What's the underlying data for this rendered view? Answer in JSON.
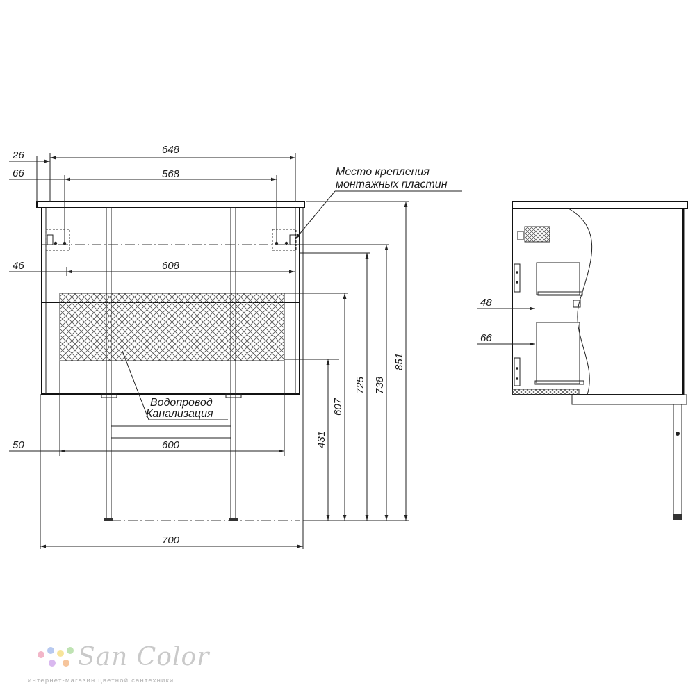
{
  "dimensions": {
    "d26": "26",
    "d648": "648",
    "d66_top": "66",
    "d568": "568",
    "d46": "46",
    "d608": "608",
    "d50": "50",
    "d600": "600",
    "d700": "700",
    "d431": "431",
    "d607": "607",
    "d725": "725",
    "d738": "738",
    "d851": "851",
    "d48_side": "48",
    "d66_side": "66"
  },
  "notes": {
    "mount_line1": "Место крепления",
    "mount_line2": "монтажных пластин",
    "pipes_line1": "Водопровод",
    "pipes_line2": "Канализация"
  },
  "watermark": {
    "name": "San Color",
    "tagline": "интернет-магазин цветной сантехники",
    "dot_colors": [
      "#f2b6c8",
      "#b7c9f0",
      "#f7e49a",
      "#bfe3b3",
      "#d9b8ef",
      "#f6c59c"
    ]
  }
}
